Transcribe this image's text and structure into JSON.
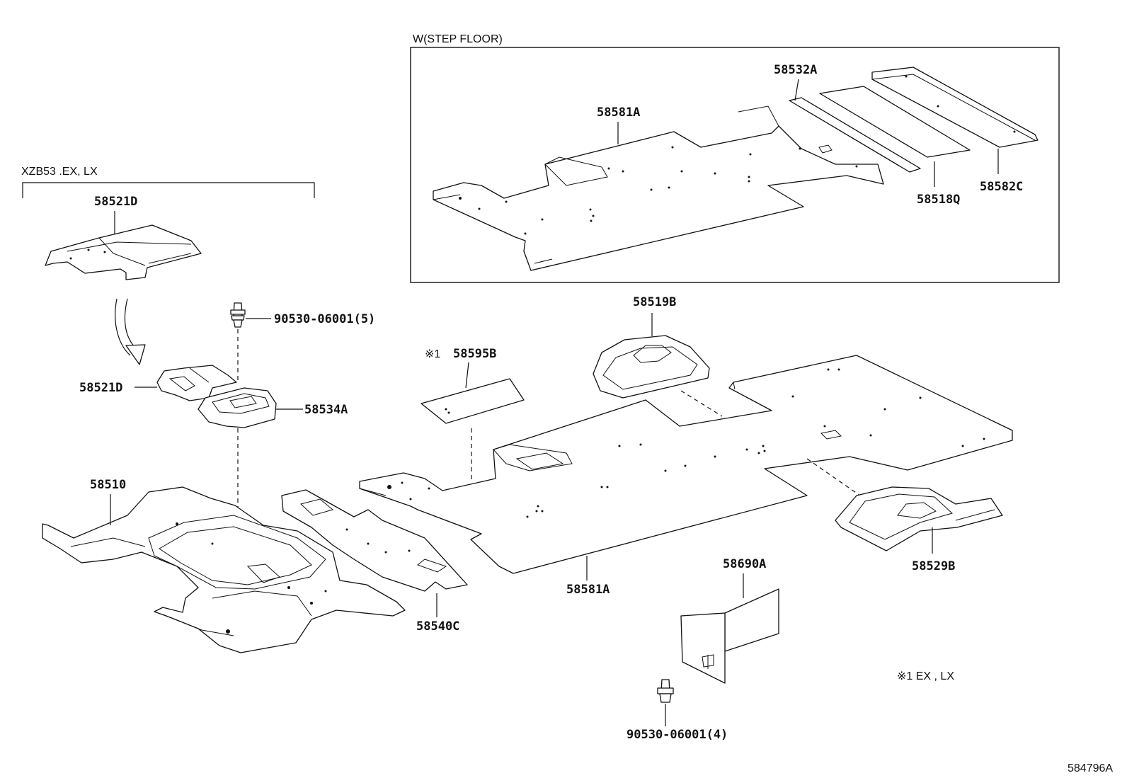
{
  "diagram_id": "584796A",
  "step_floor_box": {
    "title": "W(STEP FLOOR)"
  },
  "xzb_bracket": {
    "title": "XZB53 .EX, LX"
  },
  "footnote": "※1  EX , LX",
  "labels": {
    "p58581A_top": "58581A",
    "p58532A": "58532A",
    "p58518Q": "58518Q",
    "p58582C": "58582C",
    "p58521D_top": "58521D",
    "p90530_5": "90530-06001(5)",
    "p58521D": "58521D",
    "p58534A": "58534A",
    "p58510": "58510",
    "p58540C": "58540C",
    "p58595B_mark": "※1",
    "p58595B": "58595B",
    "p58519B": "58519B",
    "p58581A": "58581A",
    "p58529B": "58529B",
    "p58690A": "58690A",
    "p90530_4": "90530-06001(4)"
  }
}
